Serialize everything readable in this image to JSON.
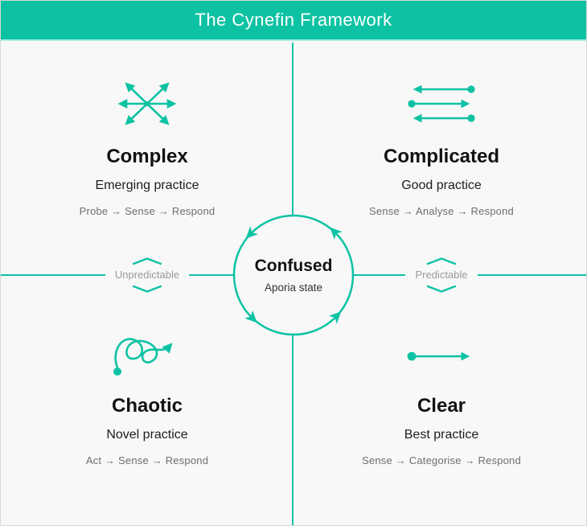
{
  "title": "The Cynefin Framework",
  "colors": {
    "accent": "#0dc2a3",
    "background": "#f8f8f8",
    "header_text": "#ffffff",
    "heading_text": "#121212",
    "muted_text": "#6e6e6e",
    "axis_label_text": "#9a9a9a"
  },
  "quadrants": [
    {
      "id": "complex",
      "icon": "radiating-arrows-icon",
      "title": "Complex",
      "practice": "Emerging practice",
      "steps": "Probe → Sense → Respond"
    },
    {
      "id": "complicated",
      "icon": "parallel-arrows-icon",
      "title": "Complicated",
      "practice": "Good practice",
      "steps": "Sense → Analyse → Respond"
    },
    {
      "id": "chaotic",
      "icon": "tangled-path-icon",
      "title": "Chaotic",
      "practice": "Novel practice",
      "steps": "Act → Sense → Respond"
    },
    {
      "id": "clear",
      "icon": "straight-arrow-icon",
      "title": "Clear",
      "practice": "Best practice",
      "steps": "Sense → Categorise → Respond"
    }
  ],
  "center": {
    "icon": "cycle-arrows-icon",
    "title": "Confused",
    "subtitle": "Aporia state"
  },
  "axis": {
    "left_label": "Unpredictable",
    "right_label": "Predictable"
  }
}
